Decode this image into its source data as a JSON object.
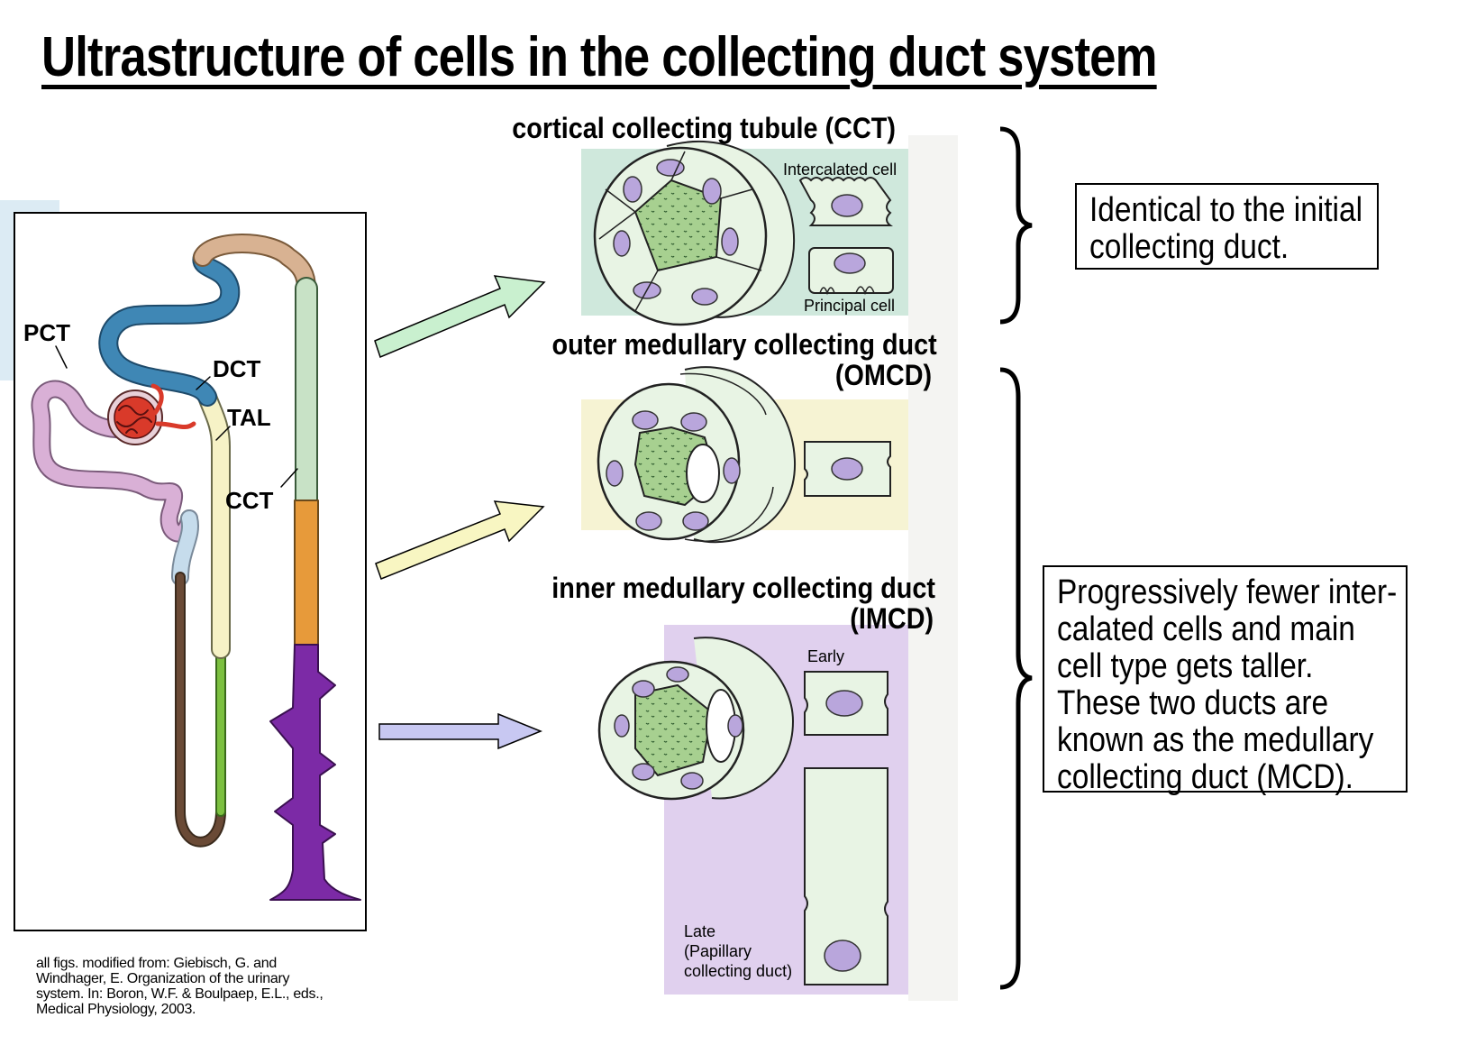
{
  "title": "Ultrastructure of cells in the collecting duct system",
  "sections": {
    "cct": {
      "heading": "cortical collecting tubule (CCT)",
      "intercalated_label": "Intercalated cell",
      "principal_label": "Principal cell"
    },
    "omcd": {
      "heading_line1": "outer medullary collecting duct",
      "heading_line2": "(OMCD)"
    },
    "imcd": {
      "heading_line1": "inner medullary collecting duct",
      "heading_line2": "(IMCD)",
      "early_label": "Early",
      "late_line1": "Late",
      "late_line2": "(Papillary",
      "late_line3": "collecting duct)"
    }
  },
  "nephron_labels": {
    "pct": "PCT",
    "dct": "DCT",
    "tal": "TAL",
    "cct": "CCT"
  },
  "notes": {
    "upper": [
      "Identical to the initial",
      "collecting duct."
    ],
    "lower": [
      "Progressively fewer inter-",
      "calated cells and main",
      "cell type gets taller.",
      "These two ducts are",
      "known as the medullary",
      "collecting duct (MCD)."
    ]
  },
  "citation": [
    "all figs. modified from: Giebisch, G. and",
    "Windhager, E. Organization of the urinary",
    "system. In: Boron, W.F. & Boulpaep, E.L., eds.,",
    "Medical Physiology, 2003."
  ],
  "colors": {
    "pct": "#d9b0d6",
    "glomerulus": "#d93a2a",
    "dct": "#3f87b5",
    "tal": "#f6f2c6",
    "cct": "#c8e2c6",
    "omcd": "#e79a3a",
    "imcd": "#7c2aa6",
    "loop_thin": "#6a4a36",
    "loop_green": "#7cc040",
    "cct_bg": "#cfe8dc",
    "omcd_bg": "#f6f3d3",
    "imcd_bg": "#e0d0ee",
    "cell_fill": "#e8f4e4",
    "nucleus": "#b9a6dc"
  }
}
